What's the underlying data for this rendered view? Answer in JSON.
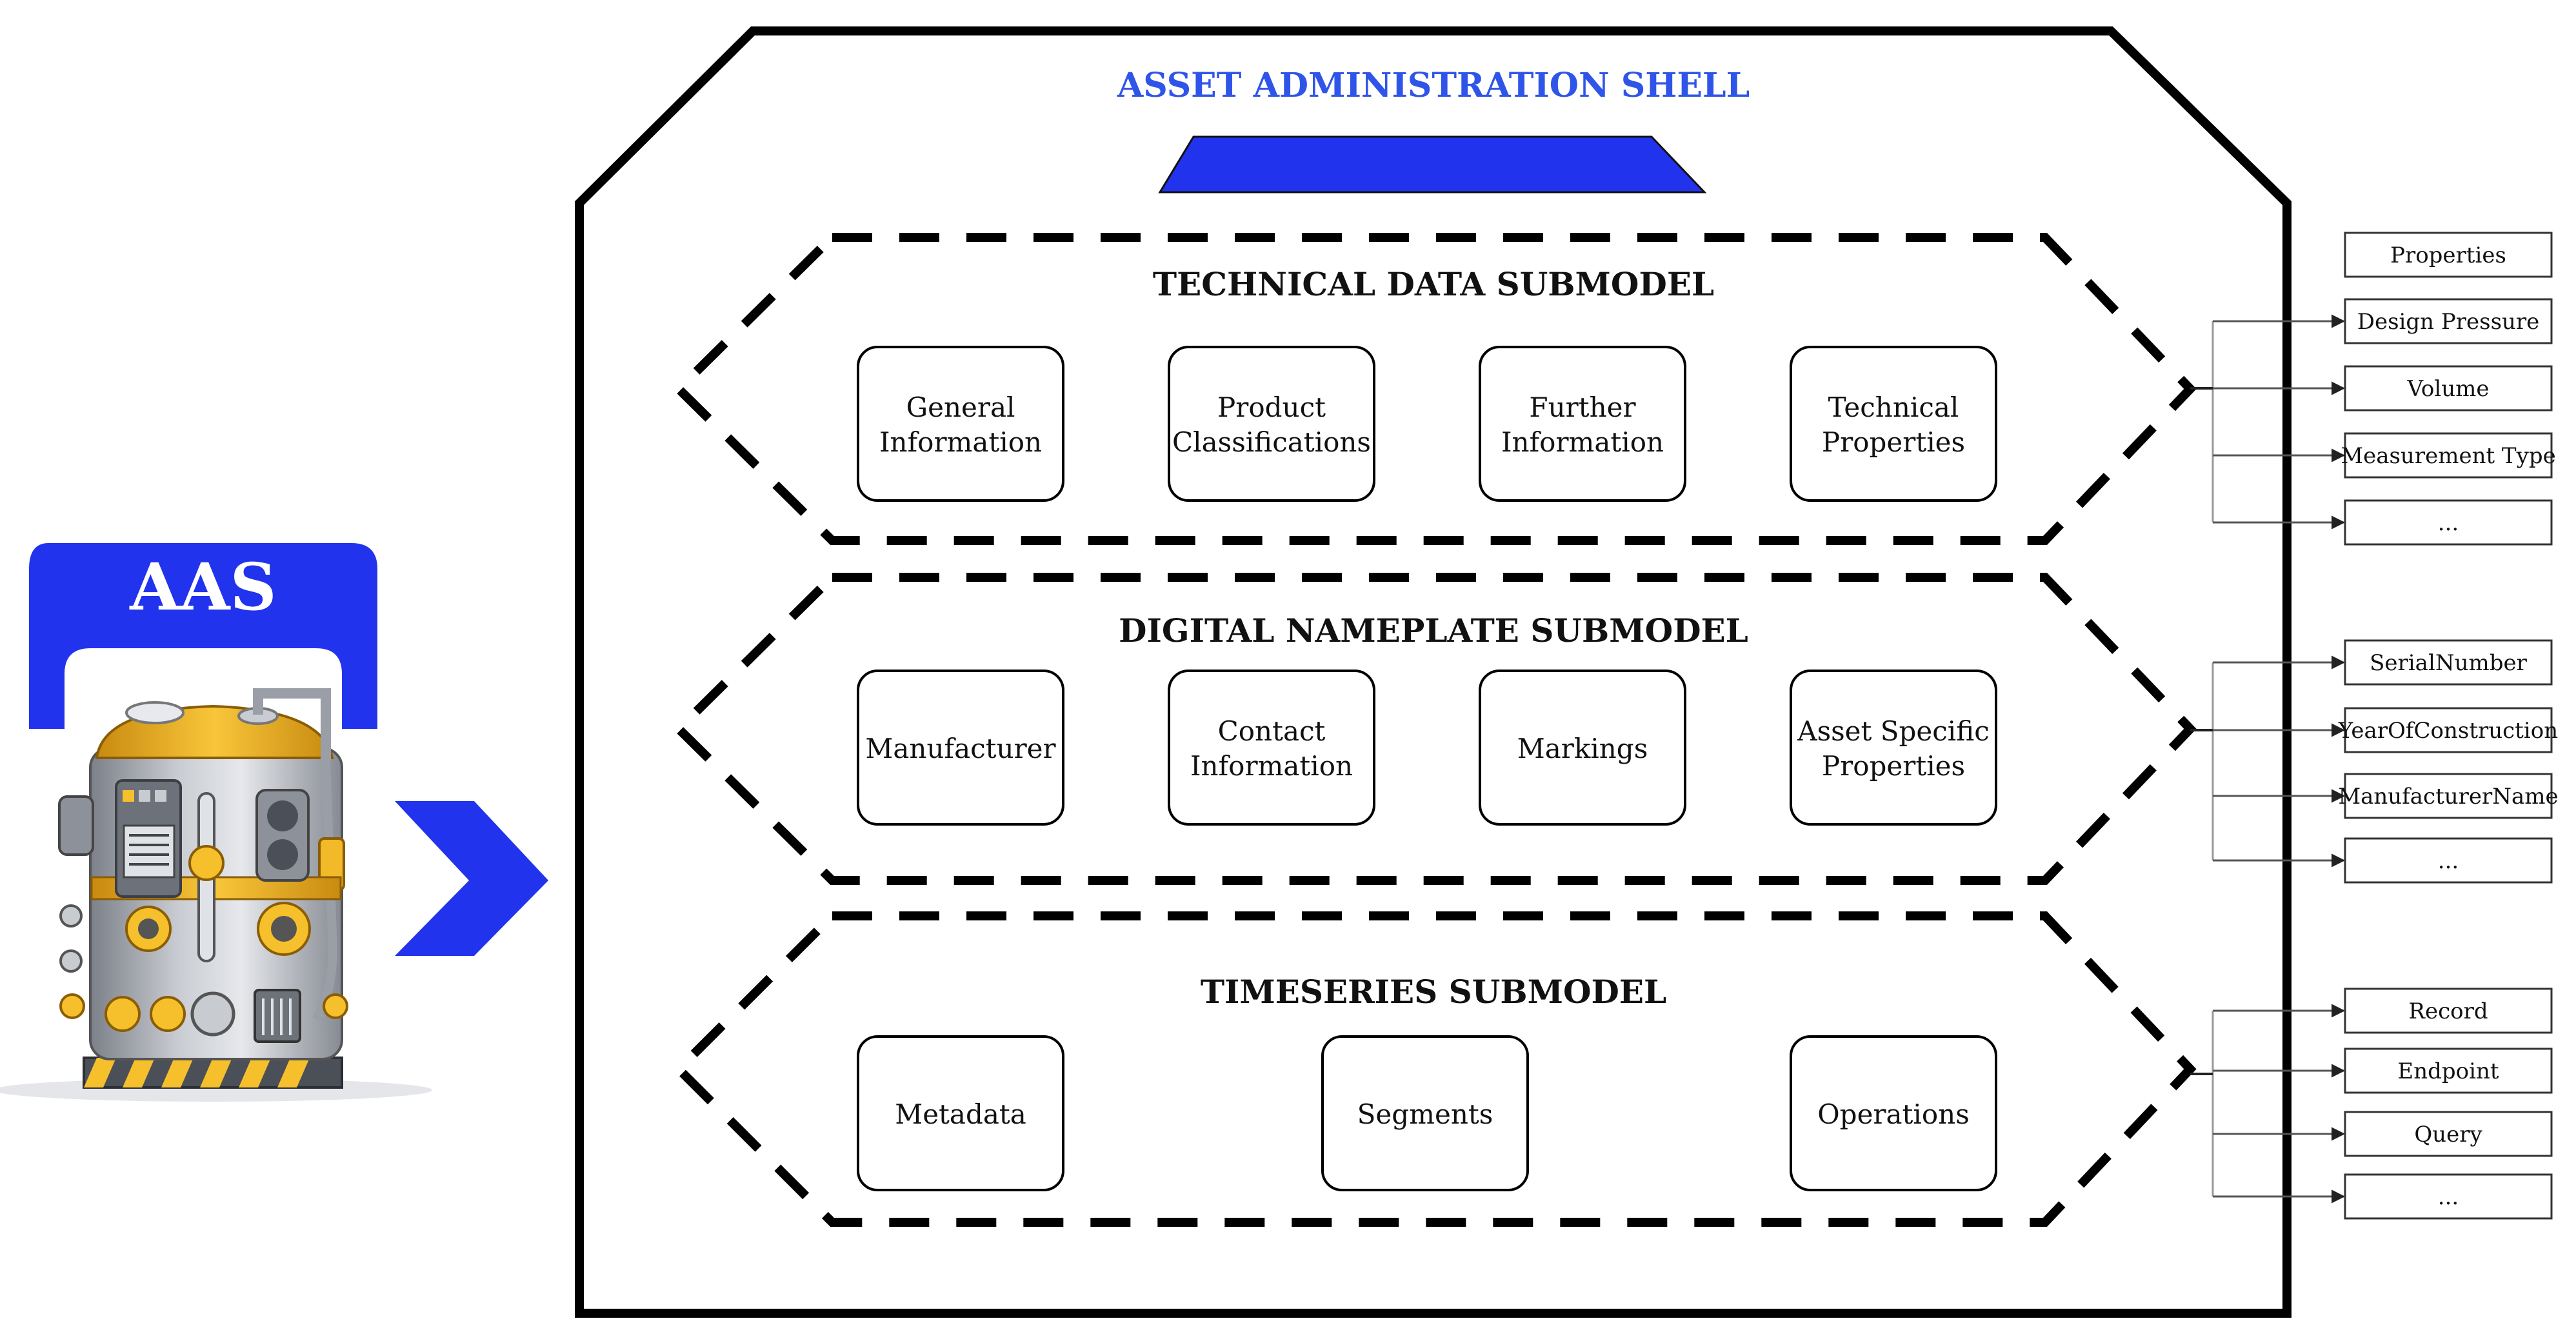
{
  "aas_badge": {
    "label": "AAS",
    "color": "#2233ee"
  },
  "shell": {
    "title": "ASSET ADMINISTRATION SHELL",
    "title_color": "#2f55e8",
    "accent_color": "#2233ee"
  },
  "asset": {
    "name": "industrial-tank-icon"
  },
  "arrow": {
    "name": "chevron-right-icon",
    "color": "#2233ee"
  },
  "submodels": [
    {
      "title": "TECHNICAL DATA SUBMODEL",
      "elements": [
        {
          "lines": [
            "General",
            "Information"
          ]
        },
        {
          "lines": [
            "Product",
            "Classifications"
          ]
        },
        {
          "lines": [
            "Further",
            "Information"
          ]
        },
        {
          "lines": [
            "Technical",
            "Properties"
          ]
        }
      ],
      "properties_header": "Properties",
      "properties": [
        "Design Pressure",
        "Volume",
        "Measurement Type",
        "..."
      ]
    },
    {
      "title": "DIGITAL NAMEPLATE SUBMODEL",
      "elements": [
        {
          "lines": [
            "Manufacturer"
          ]
        },
        {
          "lines": [
            "Contact",
            "Information"
          ]
        },
        {
          "lines": [
            "Markings"
          ]
        },
        {
          "lines": [
            "Asset Specific",
            "Properties"
          ]
        }
      ],
      "properties": [
        "SerialNumber",
        "YearOfConstruction",
        "ManufacturerName",
        "..."
      ]
    },
    {
      "title": "TIMESERIES SUBMODEL",
      "elements": [
        {
          "lines": [
            "Metadata"
          ]
        },
        {
          "lines": [
            "Segments"
          ]
        },
        {
          "lines": [
            "Operations"
          ]
        }
      ],
      "properties": [
        "Record",
        "Endpoint",
        "Query",
        "..."
      ]
    }
  ]
}
